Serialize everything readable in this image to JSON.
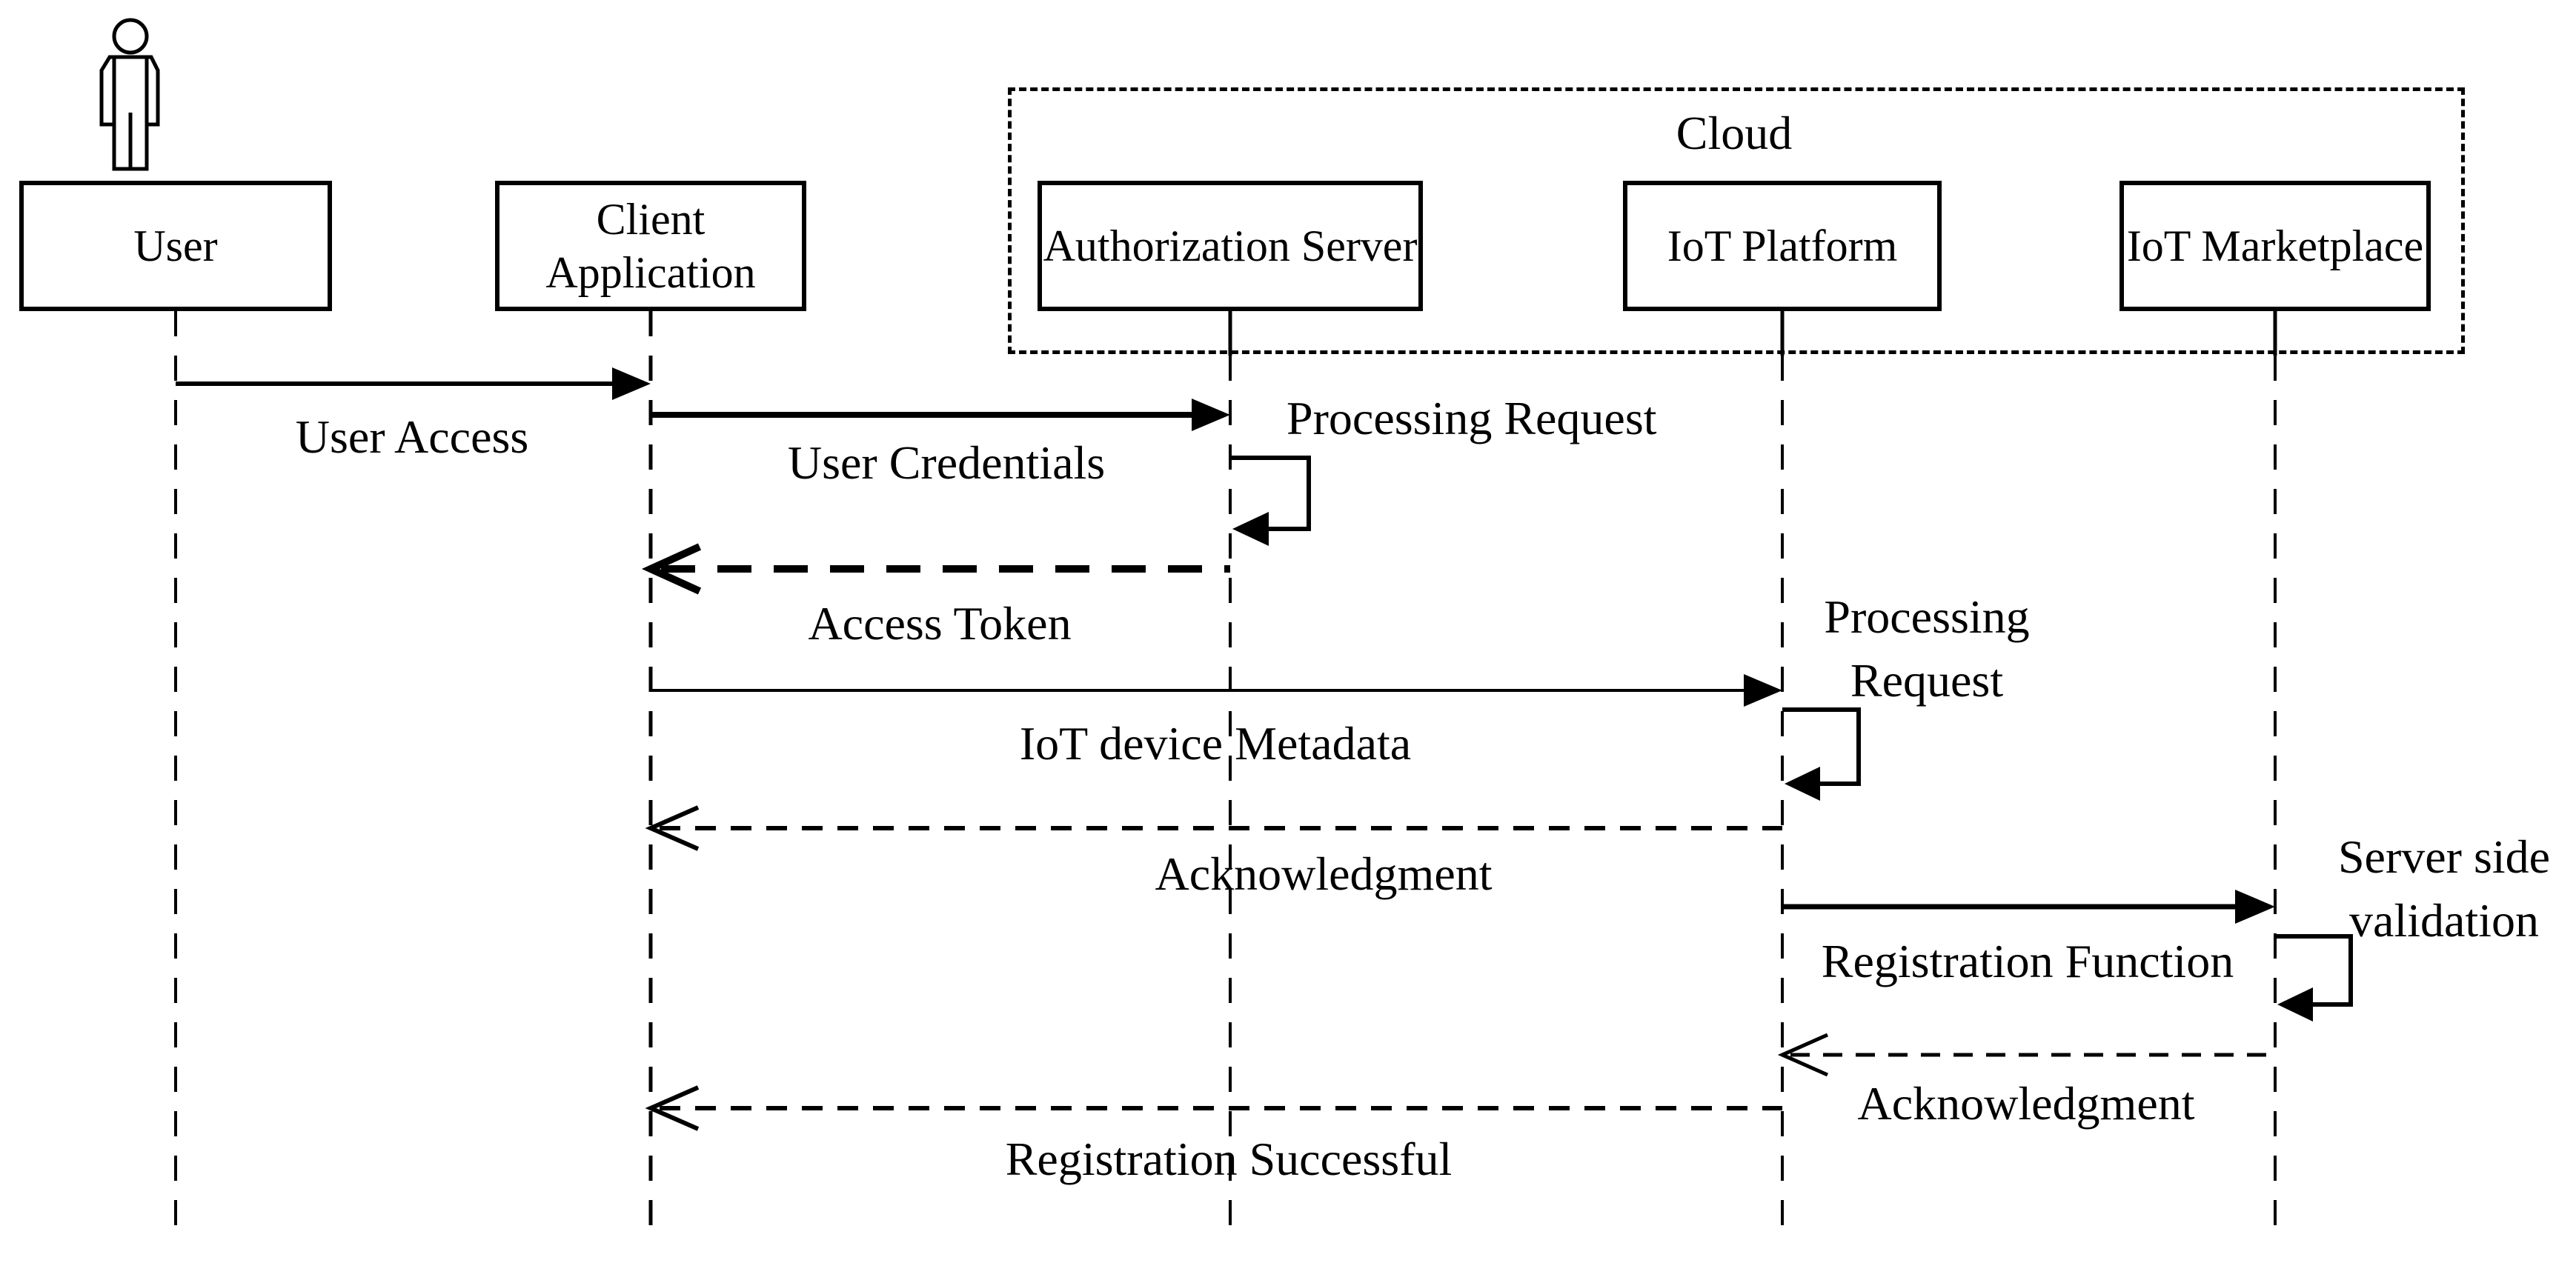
{
  "diagram": {
    "type": "uml-sequence-diagram",
    "cloud_boundary": {
      "label": "Cloud"
    },
    "participants": [
      {
        "id": "user",
        "label": "User",
        "kind": "actor",
        "in_cloud": false
      },
      {
        "id": "client-application",
        "label": "Client Application",
        "kind": "object",
        "in_cloud": false
      },
      {
        "id": "authorization-server",
        "label": "Authorization Server",
        "kind": "object",
        "in_cloud": true
      },
      {
        "id": "iot-platform",
        "label": "IoT Platform",
        "kind": "object",
        "in_cloud": true
      },
      {
        "id": "iot-marketplace",
        "label": "IoT Marketplace",
        "kind": "object",
        "in_cloud": true
      }
    ],
    "messages": [
      {
        "label": "User Access",
        "from": "User",
        "to": "Client Application",
        "line": "solid",
        "arrowhead": "filled"
      },
      {
        "label": "User Credentials",
        "from": "Client Application",
        "to": "Authorization Server",
        "line": "solid",
        "arrowhead": "filled"
      },
      {
        "label": "Processing Request",
        "from": "Authorization Server",
        "to": "Authorization Server",
        "line": "self-loop",
        "arrowhead": "filled"
      },
      {
        "label": "Access Token",
        "from": "Authorization Server",
        "to": "Client Application",
        "line": "dashed-bold",
        "arrowhead": "open"
      },
      {
        "label": "IoT device Metadata",
        "from": "Client Application",
        "to": "IoT Platform",
        "line": "solid",
        "arrowhead": "filled"
      },
      {
        "label": "Processing Request",
        "from": "IoT Platform",
        "to": "IoT Platform",
        "line": "self-loop",
        "arrowhead": "filled"
      },
      {
        "label": "Acknowledgment",
        "from": "IoT Platform",
        "to": "Client Application",
        "line": "dashed",
        "arrowhead": "open"
      },
      {
        "label": "Registration Function",
        "from": "IoT Platform",
        "to": "IoT Marketplace",
        "line": "solid",
        "arrowhead": "filled"
      },
      {
        "label": "Server side validation",
        "from": "IoT Marketplace",
        "to": "IoT Marketplace",
        "line": "self-loop",
        "arrowhead": "filled"
      },
      {
        "label": "Acknowledgment",
        "from": "IoT Marketplace",
        "to": "IoT Platform",
        "line": "dashed",
        "arrowhead": "open"
      },
      {
        "label": "Registration Successful",
        "from": "IoT Platform",
        "to": "Client Application",
        "line": "dashed",
        "arrowhead": "open"
      }
    ],
    "colors": {
      "ink": "#000000",
      "background": "#ffffff"
    }
  }
}
